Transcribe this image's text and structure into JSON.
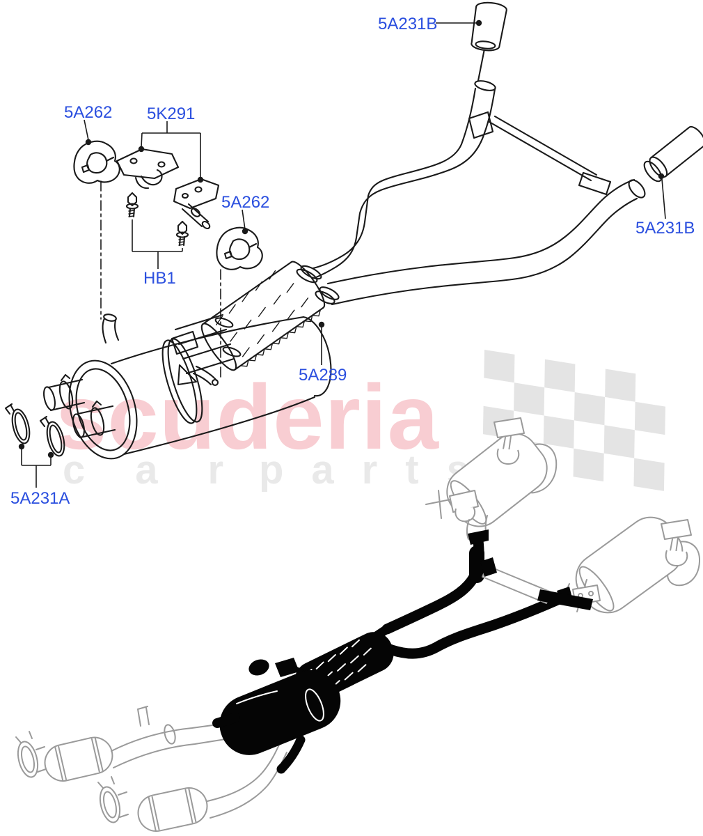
{
  "labels": {
    "l5a231b_top": "5A231B",
    "l5a262_left": "5A262",
    "l5k291": "5K291",
    "l5a262_mid": "5A262",
    "lhb1": "HB1",
    "l5a231b_right": "5A231B",
    "l5a289": "5A289",
    "l5a231a": "5A231A"
  },
  "watermark": {
    "brand": "scuderia",
    "tagline_left": "car",
    "tagline_right": "parts"
  },
  "colors": {
    "label_blue": "#2b4fdf",
    "line_ink": "#1a1a1a",
    "ink": "#050505",
    "context_gray": "#9a9a9a",
    "watermark_pink": "#f8cdd2",
    "watermark_gray": "#e9e9e9",
    "flag_gray": "#e4e4e4"
  }
}
